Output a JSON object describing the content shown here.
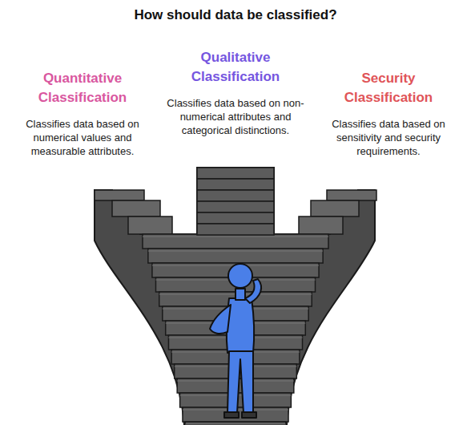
{
  "diagram": {
    "title": "How should data be classified?",
    "nodes": [
      {
        "text": [
          "Quantitative Classification",
          "Classifies data based on numerical values and measurable attributes."
        ]
      },
      {
        "text": [
          "Qualitative Classification",
          "Classifies data based on non-numerical attributes and categorical distinctions."
        ]
      },
      {
        "text": [
          "Security Classification",
          "Classifies data based on sensitivity and security requirements."
        ]
      }
    ]
  }
}
